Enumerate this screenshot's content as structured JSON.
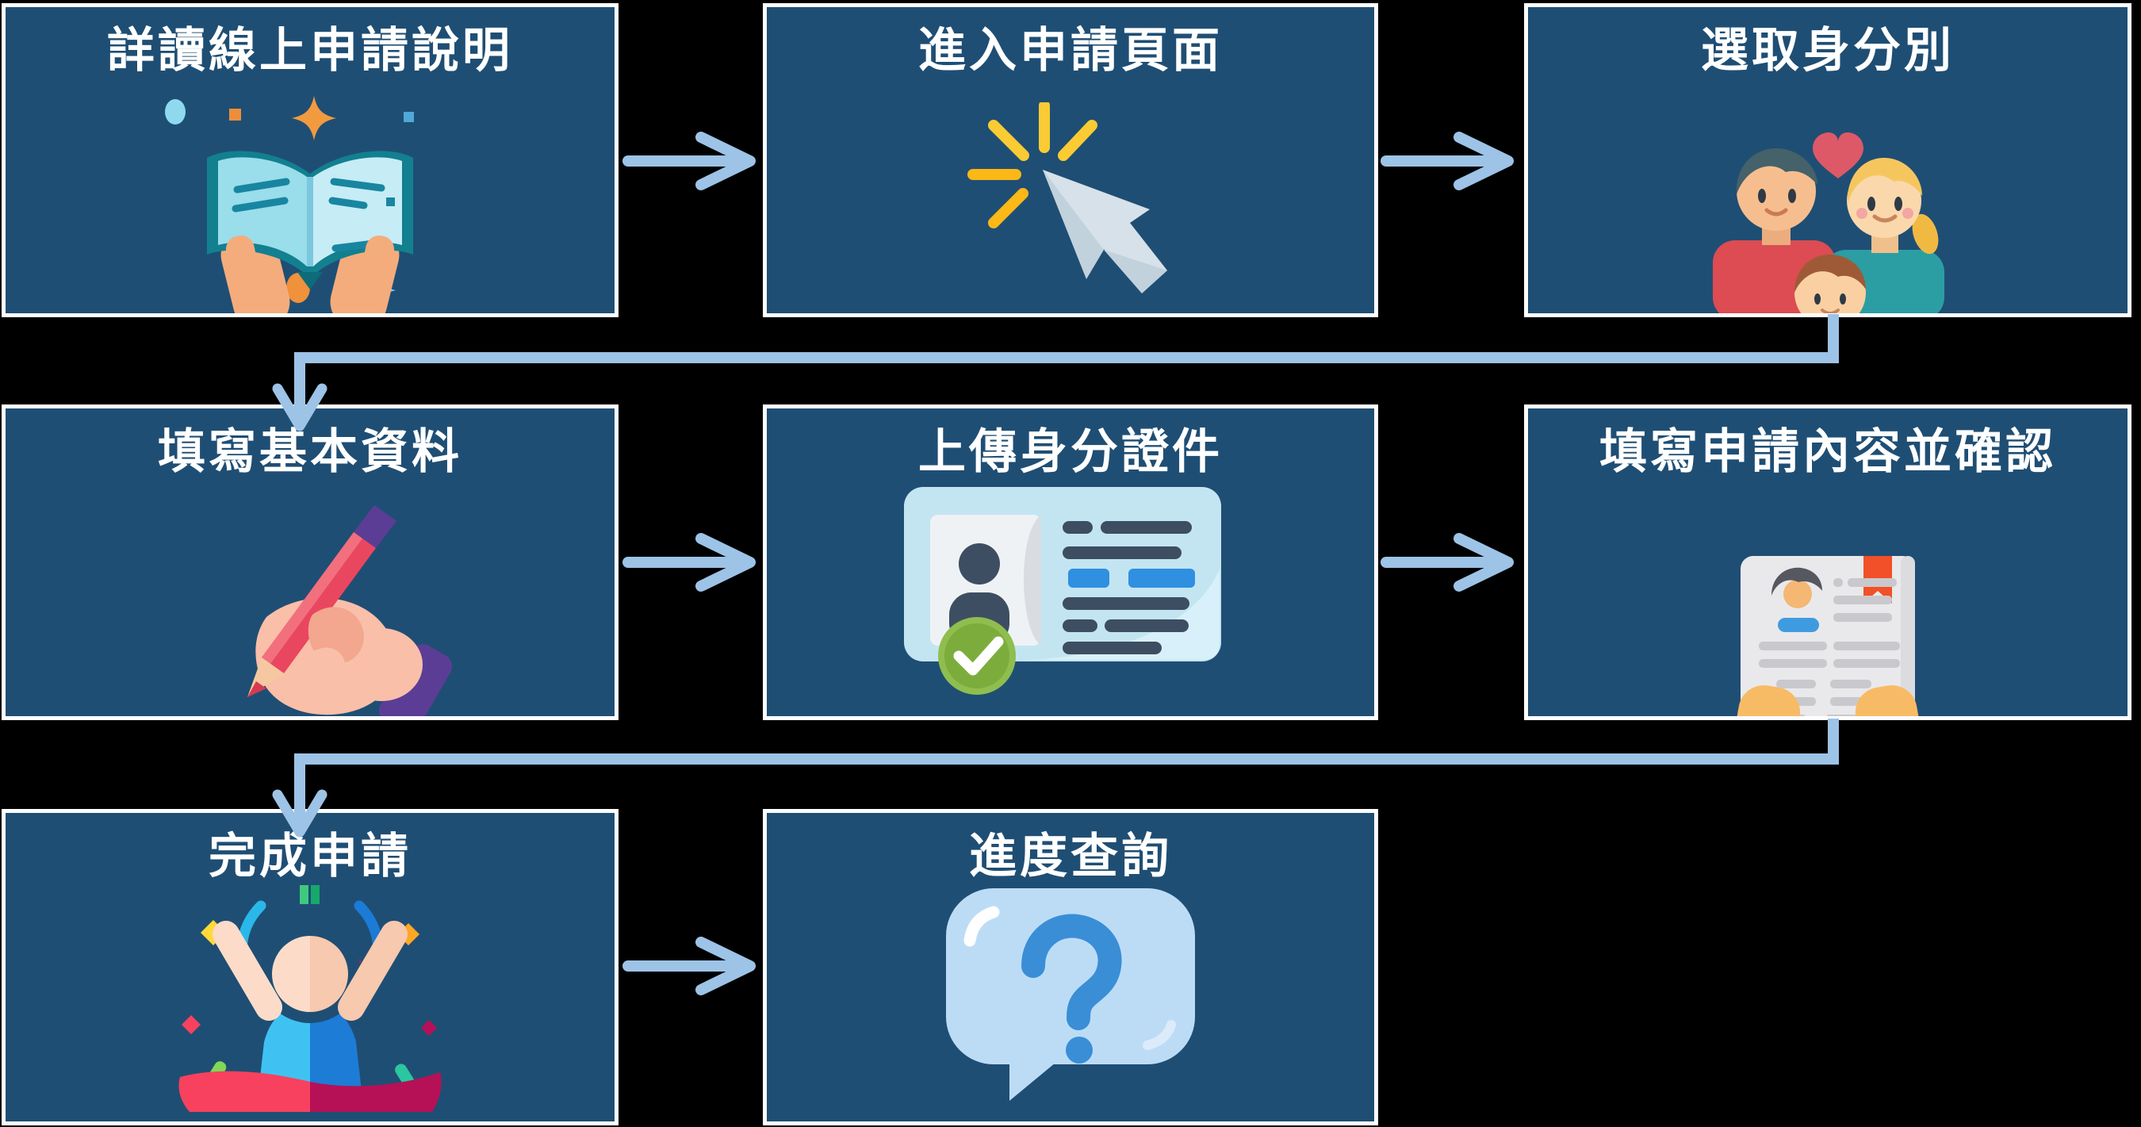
{
  "steps": [
    {
      "step": 1,
      "title": "詳讀線上申請說明",
      "icon": "book-icon"
    },
    {
      "step": 2,
      "title": "進入申請頁面",
      "icon": "cursor-click-icon"
    },
    {
      "step": 3,
      "title": "選取身分別",
      "icon": "family-icon"
    },
    {
      "step": 4,
      "title": "填寫基本資料",
      "icon": "writing-hand-icon"
    },
    {
      "step": 5,
      "title": "上傳身分證件",
      "icon": "id-card-check-icon"
    },
    {
      "step": 6,
      "title": "填寫申請內容並確認",
      "icon": "document-review-icon"
    },
    {
      "step": 7,
      "title": "完成申請",
      "icon": "celebration-icon"
    },
    {
      "step": 8,
      "title": "進度查詢",
      "icon": "question-bubble-icon"
    }
  ],
  "connections": [
    {
      "from": 1,
      "to": 2,
      "style": "straight-right-arrow"
    },
    {
      "from": 2,
      "to": 3,
      "style": "straight-right-arrow"
    },
    {
      "from": 3,
      "to": 4,
      "style": "elbow-down-left-arrow"
    },
    {
      "from": 4,
      "to": 5,
      "style": "straight-right-arrow"
    },
    {
      "from": 5,
      "to": 6,
      "style": "straight-right-arrow"
    },
    {
      "from": 6,
      "to": 7,
      "style": "elbow-down-left-arrow"
    },
    {
      "from": 7,
      "to": 8,
      "style": "straight-right-arrow"
    }
  ],
  "colors": {
    "background": "#000000",
    "box_fill": "#1F4E74",
    "box_border": "#FFFFFF",
    "title_text": "#FFFFFF",
    "arrow": "#9DC3E6"
  }
}
